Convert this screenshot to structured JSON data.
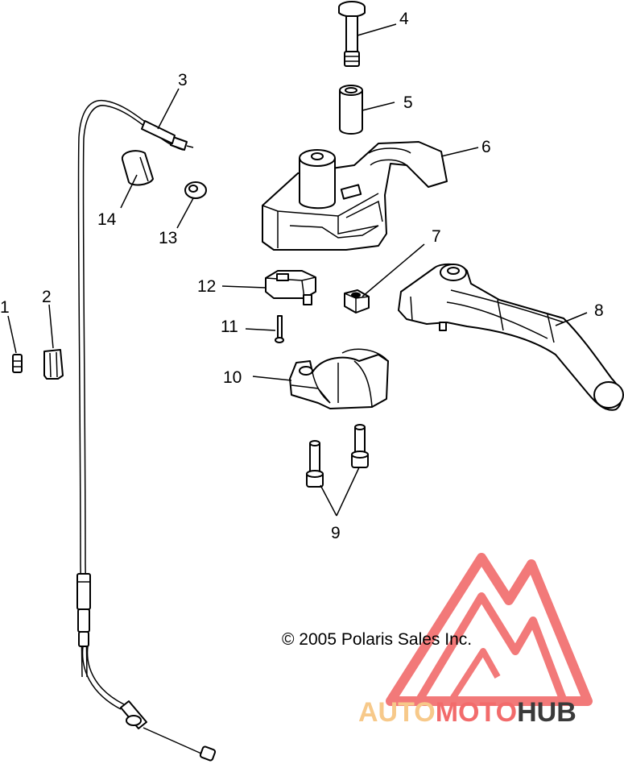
{
  "callouts": [
    {
      "id": "1",
      "label": "1"
    },
    {
      "id": "2",
      "label": "2"
    },
    {
      "id": "3",
      "label": "3"
    },
    {
      "id": "4",
      "label": "4"
    },
    {
      "id": "5",
      "label": "5"
    },
    {
      "id": "6",
      "label": "6"
    },
    {
      "id": "7",
      "label": "7"
    },
    {
      "id": "8",
      "label": "8"
    },
    {
      "id": "9",
      "label": "9"
    },
    {
      "id": "10",
      "label": "10"
    },
    {
      "id": "11",
      "label": "11"
    },
    {
      "id": "12",
      "label": "12"
    },
    {
      "id": "13",
      "label": "13"
    },
    {
      "id": "14",
      "label": "14"
    }
  ],
  "copyright": "© 2005 Polaris Sales Inc.",
  "watermark": {
    "part1": "AUTO",
    "part2": "MOTO",
    "part3": "HUB",
    "colors": {
      "light_orange": "#f7c98a",
      "red": "#f26b6b",
      "dark": "#3a3a3a",
      "triangle": "#f06262"
    }
  }
}
